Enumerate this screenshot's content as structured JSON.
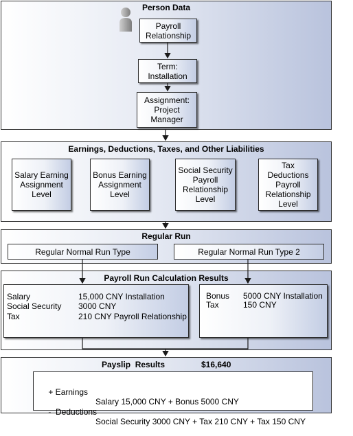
{
  "person_section": {
    "title": "Person Data",
    "payroll_relationship": "Payroll Relationship",
    "term": "Term: Installation",
    "assignment": "Assignment: Project Manager"
  },
  "earnings_section": {
    "title": "Earnings, Deductions, Taxes, and Other Liabilities",
    "boxes": [
      "Salary Earning Assignment Level",
      "Bonus Earning Assignment Level",
      "Social Security Payroll Relationship Level",
      "Tax Deductions Payroll Relationship Level"
    ]
  },
  "regular_run": {
    "title": "Regular Run",
    "run_types": [
      "Regular Normal Run Type",
      "Regular Normal Run Type 2"
    ]
  },
  "results": {
    "title": "Payroll Run Calculation Results",
    "left": [
      {
        "label": "Salary",
        "value": "15,000 CNY Installation"
      },
      {
        "label": "Social Security",
        "value": "3000 CNY"
      },
      {
        "label": "Tax",
        "value": "210 CNY Payroll Relationship"
      }
    ],
    "right": [
      {
        "label": "Bonus",
        "value": "5000 CNY Installation"
      },
      {
        "label": "Tax",
        "value": "150 CNY"
      }
    ]
  },
  "payslip": {
    "title": "Payslip  Results",
    "total": "$16,640",
    "earnings_label": "+ Earnings",
    "earnings_value": "Salary 15,000 CNY + Bonus 5000 CNY",
    "deductions_label": "-  Deductions",
    "deductions_value": "Social Security 3000 CNY + Tax 210 CNY + Tax 150 CNY"
  }
}
